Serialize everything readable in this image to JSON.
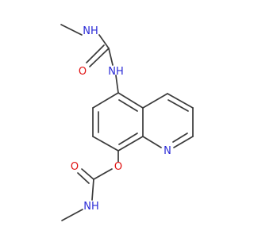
{
  "molecule": {
    "colors": {
      "bond": "#3a3a3a",
      "nitrogen": "#2a2ad6",
      "oxygen": "#e01010"
    },
    "atoms": {
      "nh_top": "NH",
      "o_urea": "O",
      "nh_mid": "NH",
      "n_ring": "N",
      "o_ester": "O",
      "o_carbonyl": "O",
      "nh_bottom": "NH"
    }
  }
}
